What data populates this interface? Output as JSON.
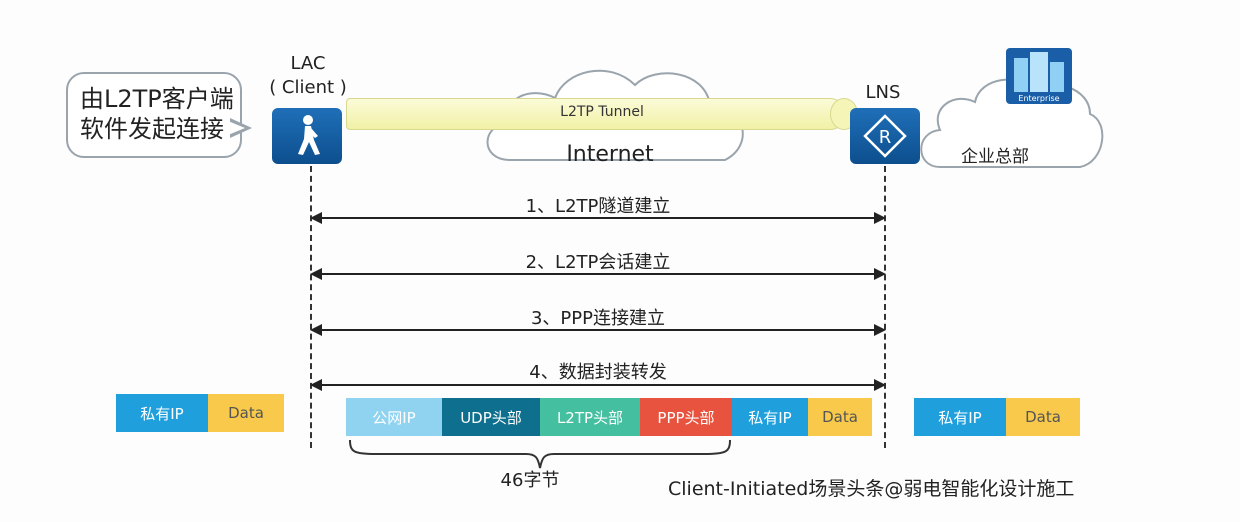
{
  "bubble": {
    "line1": "由L2TP客户端",
    "line2": "软件发起连接"
  },
  "lac": {
    "line1": "LAC",
    "line2": "( Client )"
  },
  "lns": {
    "label": "LNS",
    "icon_letter": "R"
  },
  "tunnel": {
    "label": "L2TP Tunnel"
  },
  "internet": {
    "label": "Internet"
  },
  "hq": {
    "label": "企业总部",
    "sign_text": "Enterprise"
  },
  "steps": [
    {
      "label": "1、L2TP隧道建立"
    },
    {
      "label": "2、L2TP会话建立"
    },
    {
      "label": "3、PPP连接建立"
    },
    {
      "label": "4、数据封装转发"
    }
  ],
  "packet_left": [
    {
      "label": "私有IP",
      "color": "#1fa0dc",
      "text_color": "#ffffff"
    },
    {
      "label": "Data",
      "color": "#f8c94a",
      "text_color": "#555555"
    }
  ],
  "packet_middle": [
    {
      "label": "公网IP",
      "color": "#8fd3f0",
      "text_color": "#ffffff"
    },
    {
      "label": "UDP头部",
      "color": "#0e6f8e",
      "text_color": "#ffffff"
    },
    {
      "label": "L2TP头部",
      "color": "#44bfa0",
      "text_color": "#ffffff"
    },
    {
      "label": "PPP头部",
      "color": "#e8533f",
      "text_color": "#ffffff"
    },
    {
      "label": "私有IP",
      "color": "#1fa0dc",
      "text_color": "#ffffff"
    },
    {
      "label": "Data",
      "color": "#f8c94a",
      "text_color": "#555555"
    }
  ],
  "packet_right": [
    {
      "label": "私有IP",
      "color": "#1fa0dc",
      "text_color": "#ffffff"
    },
    {
      "label": "Data",
      "color": "#f8c94a",
      "text_color": "#555555"
    }
  ],
  "brace": {
    "label": "46字节"
  },
  "caption": "Client-Initiated场景头条@弱电智能化设计施工",
  "colors": {
    "device_blue": "#1565ad",
    "tunnel_yellow": "#f3f3b0",
    "cloud_border": "#9aa4ad"
  }
}
